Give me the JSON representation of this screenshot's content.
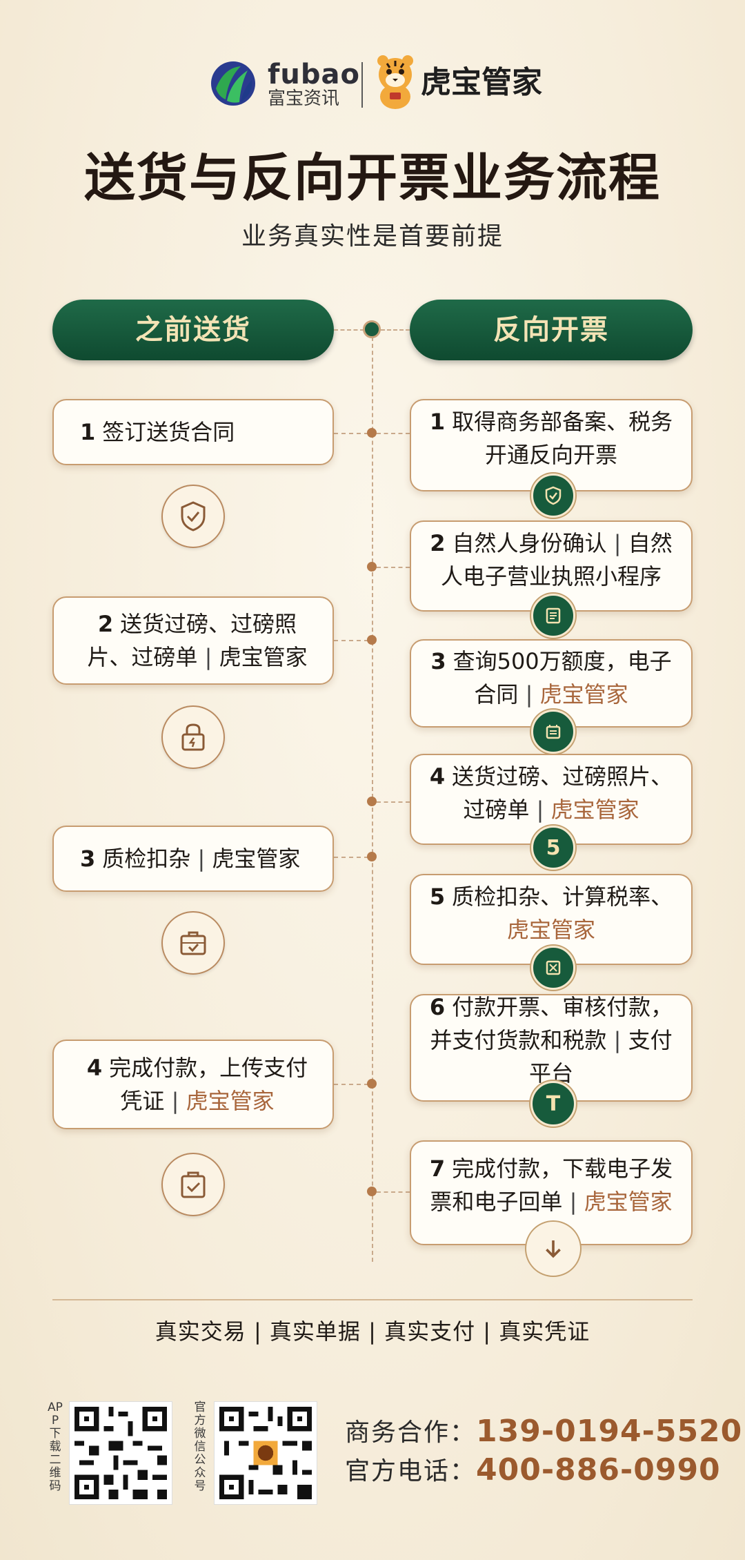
{
  "header": {
    "brand_en": "fubao",
    "brand_cn": "富宝资讯",
    "brand2": "虎宝管家",
    "title": "送货与反向开票业务流程",
    "subtitle": "业务真实性是首要前提"
  },
  "left_column": {
    "heading": "之前送货",
    "steps": [
      {
        "num": "1",
        "text": "签订送货合同",
        "icon": "shield-check-icon"
      },
      {
        "num": "2",
        "text": "送货过磅、过磅照片、过磅单",
        "sep": "|",
        "tag": "虎宝管家",
        "icon": "lock-icon"
      },
      {
        "num": "3",
        "text": "质检扣杂",
        "sep": "|",
        "tag": "虎宝管家",
        "icon": "briefcase-check-icon"
      },
      {
        "num": "4",
        "text": "完成付款，上传支付凭证",
        "sep": "|",
        "tag": "虎宝管家",
        "icon": "clipboard-check-icon"
      }
    ]
  },
  "right_column": {
    "heading": "反向开票",
    "steps": [
      {
        "num": "1",
        "text": "取得商务部备案、税务开通反向开票",
        "icon": "shield-check-icon"
      },
      {
        "num": "2",
        "text": "自然人身份确认",
        "sep": "|",
        "text2": "自然人电子营业执照小程序",
        "icon": "id-card-icon"
      },
      {
        "num": "3",
        "text": "查询500万额度，电子合同",
        "sep": "|",
        "tag": "虎宝管家",
        "icon": "receipt-icon"
      },
      {
        "num": "4",
        "text": "送货过磅、过磅照片、过磅单",
        "sep": "|",
        "tag": "虎宝管家",
        "badge": "5"
      },
      {
        "num": "5",
        "text": "质检扣杂、计算税率、",
        "tag": "虎宝管家",
        "icon": "invoice-icon"
      },
      {
        "num": "6",
        "text": "付款开票、审核付款，并支付货款和税款",
        "sep": "|",
        "tag": "支付平台",
        "badge": "T"
      },
      {
        "num": "7",
        "text": "完成付款，下载电子发票和电子回单",
        "sep": "|",
        "tag": "虎宝管家",
        "icon": "arrow-down-icon"
      }
    ]
  },
  "footer": {
    "pillars": [
      "真实交易",
      "真实单据",
      "真实支付",
      "真实凭证"
    ],
    "pillar_sep": "|",
    "qr1_label": "APP下载二维码",
    "qr2_label": "官方微信公众号",
    "contact1_label": "商务合作：",
    "contact1_value": "139-0194-5520",
    "contact2_label": "官方电话：",
    "contact2_value": "400-886-0990"
  },
  "colors": {
    "green": "#175b3c",
    "gold": "#c79c70",
    "accent": "#a8663c",
    "background": "#f6eddb"
  }
}
